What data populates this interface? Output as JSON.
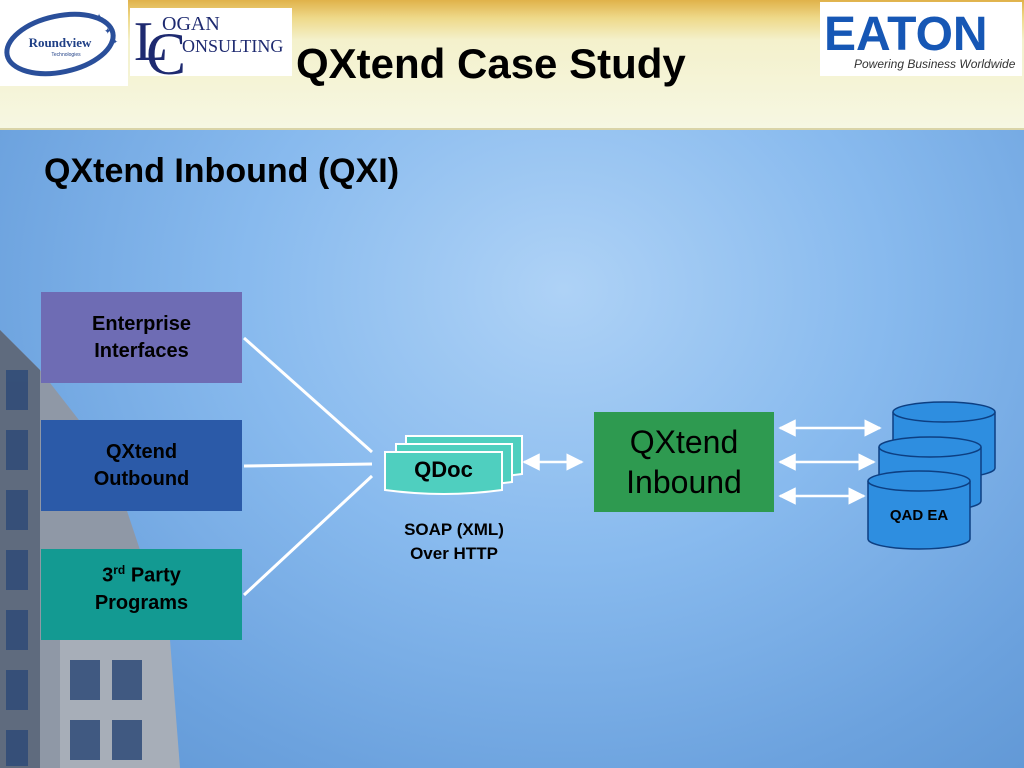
{
  "header": {
    "title": "QXtend Case Study",
    "logos": {
      "roundview": {
        "name": "Roundview",
        "sub": "Technologies"
      },
      "logan": {
        "line1": "OGAN",
        "line2": "ONSULTING"
      },
      "eaton": {
        "name": "EATON",
        "tagline": "Powering Business Worldwide"
      }
    }
  },
  "slide": {
    "subtitle": "QXtend Inbound (QXI)"
  },
  "diagram": {
    "sources": {
      "enterprise": "Enterprise Interfaces",
      "outbound": "QXtend Outbound",
      "third_party_num": "3",
      "third_party_sup": "rd",
      "third_party_rest": " Party Programs"
    },
    "qdoc": "QDoc",
    "transport_line1": "SOAP (XML)",
    "transport_line2": "Over HTTP",
    "inbound": "QXtend Inbound",
    "database": "QAD EA"
  },
  "colors": {
    "enterprise": "#6e6cb4",
    "outbound": "#2b5aa8",
    "third_party": "#139a92",
    "qdoc": "#4fcfbf",
    "inbound": "#2e9a50",
    "database": "#2e8ee0"
  }
}
